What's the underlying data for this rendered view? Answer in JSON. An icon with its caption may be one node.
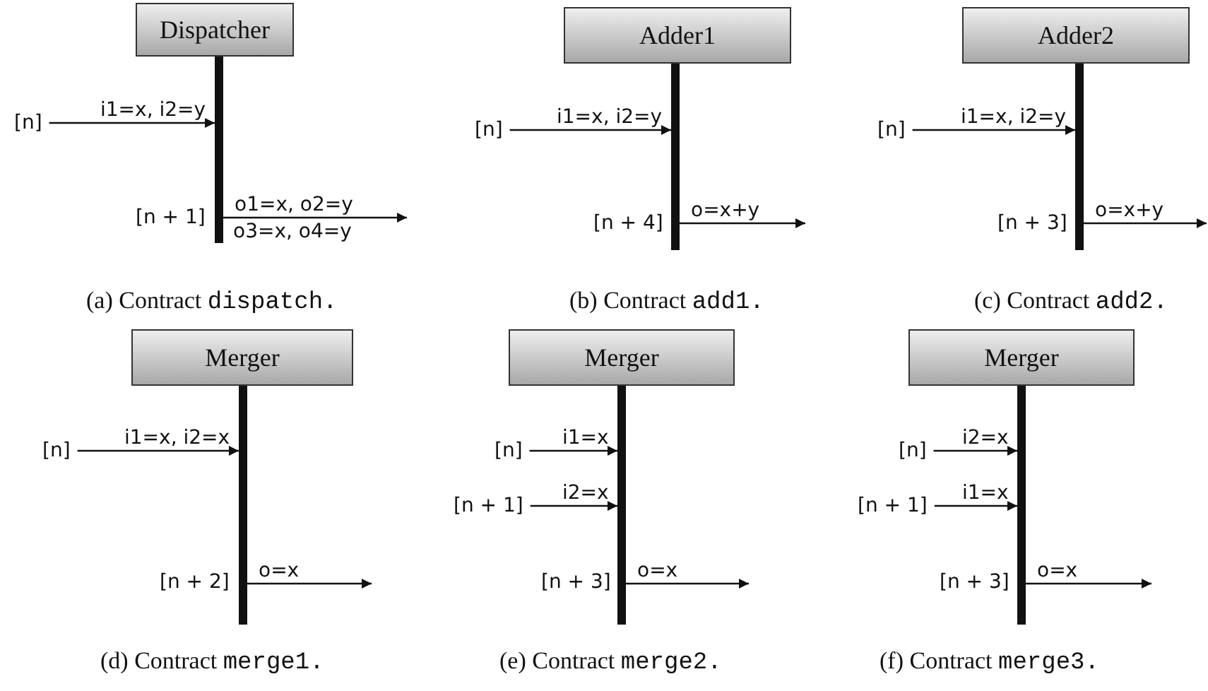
{
  "diagram": {
    "nodes": [
      {
        "text": [
          "Dispatcher"
        ]
      },
      {
        "text": [],
        "shape": "bar"
      },
      {
        "text": [
          "[n]"
        ]
      },
      {
        "text": [
          "Adder1"
        ]
      },
      {
        "text": [],
        "shape": "bar"
      },
      {
        "text": [
          "[n]"
        ]
      },
      {
        "text": [
          "Adder2"
        ]
      },
      {
        "text": [],
        "shape": "bar"
      },
      {
        "text": [
          "[n]"
        ]
      },
      {
        "text": [
          "Merger"
        ]
      },
      {
        "text": [],
        "shape": "bar"
      },
      {
        "text": [
          "[n]"
        ]
      },
      {
        "text": [
          "Merger"
        ]
      },
      {
        "text": [],
        "shape": "bar"
      },
      {
        "text": [
          "[n]"
        ]
      },
      {
        "text": [
          "[n + 1]"
        ]
      },
      {
        "text": [
          "Merger"
        ]
      },
      {
        "text": [],
        "shape": "bar"
      },
      {
        "text": [
          "[n]"
        ]
      },
      {
        "text": [
          "[n + 1]"
        ]
      }
    ],
    "edges": [
      {
        "from": 2,
        "to": 1,
        "arrow": "to",
        "label": "i1=x, i2=y"
      },
      {
        "from": 1,
        "to": null,
        "arrow": "to",
        "label": "o1=x, o2=y"
      },
      {
        "from": 5,
        "to": 4,
        "arrow": "to",
        "label": "i1=x, i2=y"
      },
      {
        "from": 4,
        "to": null,
        "arrow": "to",
        "label": "o=x+y"
      },
      {
        "from": 8,
        "to": 7,
        "arrow": "to",
        "label": "i1=x, i2=y"
      },
      {
        "from": 7,
        "to": null,
        "arrow": "to",
        "label": "o=x+y"
      },
      {
        "from": 11,
        "to": 10,
        "arrow": "to",
        "label": "i1=x, i2=x"
      },
      {
        "from": 10,
        "to": null,
        "arrow": "to",
        "label": "o=x"
      },
      {
        "from": 14,
        "to": 13,
        "arrow": "to",
        "label": "i1=x"
      },
      {
        "from": 15,
        "to": 13,
        "arrow": "to",
        "label": "i2=x"
      },
      {
        "from": 13,
        "to": null,
        "arrow": "to",
        "label": "o=x"
      },
      {
        "from": 18,
        "to": 17,
        "arrow": "to",
        "label": "i2=x"
      },
      {
        "from": 19,
        "to": 17,
        "arrow": "to",
        "label": "i1=x"
      },
      {
        "from": 17,
        "to": null,
        "arrow": "to",
        "label": "o=x"
      }
    ],
    "labels": [
      "[n + 1]",
      "o3=x, o4=y",
      "[n + 4]",
      "[n + 3]",
      "(a) Contract dispatch.",
      "(b) Contract add1.",
      "(c) Contract add2.",
      "[n + 2]",
      "[n + 3]",
      "[n + 3]",
      "(d) Contract merge1.",
      "(e) Contract merge2.",
      "(f) Contract merge3."
    ]
  }
}
